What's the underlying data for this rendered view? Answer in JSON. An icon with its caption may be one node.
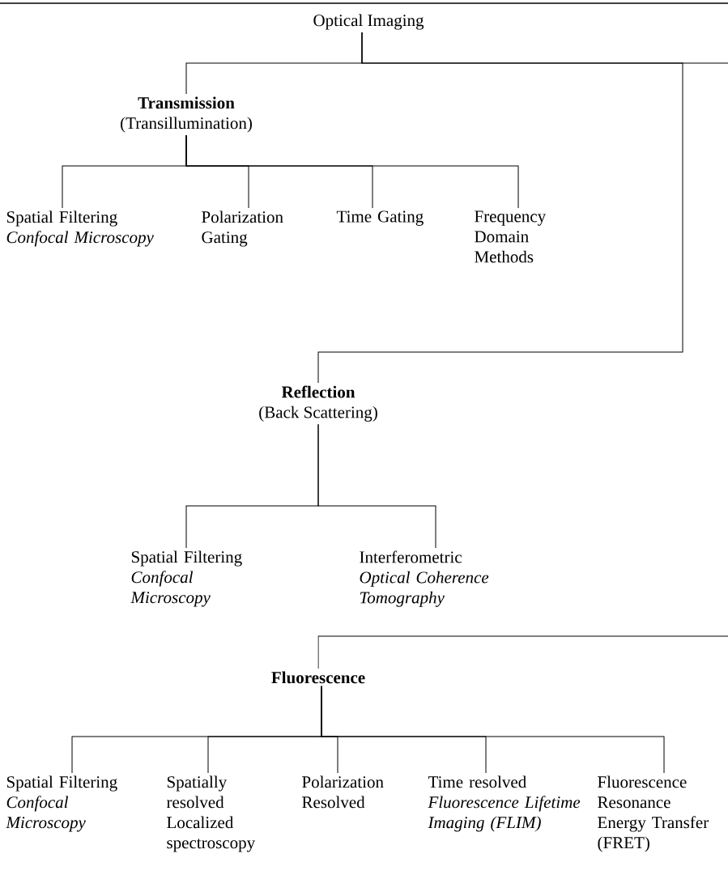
{
  "diagram": {
    "nodes": [
      {
        "text": [
          "Optical Imaging"
        ]
      },
      {
        "text": [
          "Transmission",
          "(Transillumination)"
        ]
      },
      {
        "text": [
          "Spatial Filtering",
          "Confocal Microscopy"
        ]
      },
      {
        "text": [
          "Polarization Gating"
        ]
      },
      {
        "text": [
          "Time Gating"
        ]
      },
      {
        "text": [
          "Frequency Domain Methods"
        ]
      },
      {
        "text": [
          "Reflection",
          "(Back Scattering)"
        ]
      },
      {
        "text": [
          "Spatial Filtering",
          "Confocal Microscopy"
        ]
      },
      {
        "text": [
          "Interferometric",
          "Optical Coherence Tomography"
        ]
      },
      {
        "text": [
          "Fluorescence"
        ]
      },
      {
        "text": [
          "Spatial Filtering",
          "Confocal Microscopy"
        ]
      },
      {
        "text": [
          "Spatially resolved Localized spectroscopy"
        ]
      },
      {
        "text": [
          "Polarization Resolved"
        ]
      },
      {
        "text": [
          "Time resolved",
          "Fluorescence Lifetime Imaging (FLIM)"
        ]
      },
      {
        "text": [
          "Fluorescence Resonance Energy Transfer (FRET)"
        ]
      }
    ],
    "edges": [
      {
        "from": 0,
        "to": 1,
        "arrow": "none"
      },
      {
        "from": 0,
        "to": 6,
        "arrow": "none"
      },
      {
        "from": 0,
        "to": 9,
        "arrow": "none"
      },
      {
        "from": 1,
        "to": 2,
        "arrow": "none"
      },
      {
        "from": 1,
        "to": 3,
        "arrow": "none"
      },
      {
        "from": 1,
        "to": 4,
        "arrow": "none"
      },
      {
        "from": 1,
        "to": 5,
        "arrow": "none"
      },
      {
        "from": 6,
        "to": 7,
        "arrow": "none"
      },
      {
        "from": 6,
        "to": 8,
        "arrow": "none"
      },
      {
        "from": 9,
        "to": 10,
        "arrow": "none"
      },
      {
        "from": 9,
        "to": 11,
        "arrow": "none"
      },
      {
        "from": 9,
        "to": 12,
        "arrow": "none"
      },
      {
        "from": 9,
        "to": 13,
        "arrow": "none"
      },
      {
        "from": 9,
        "to": 14,
        "arrow": "none"
      }
    ]
  }
}
